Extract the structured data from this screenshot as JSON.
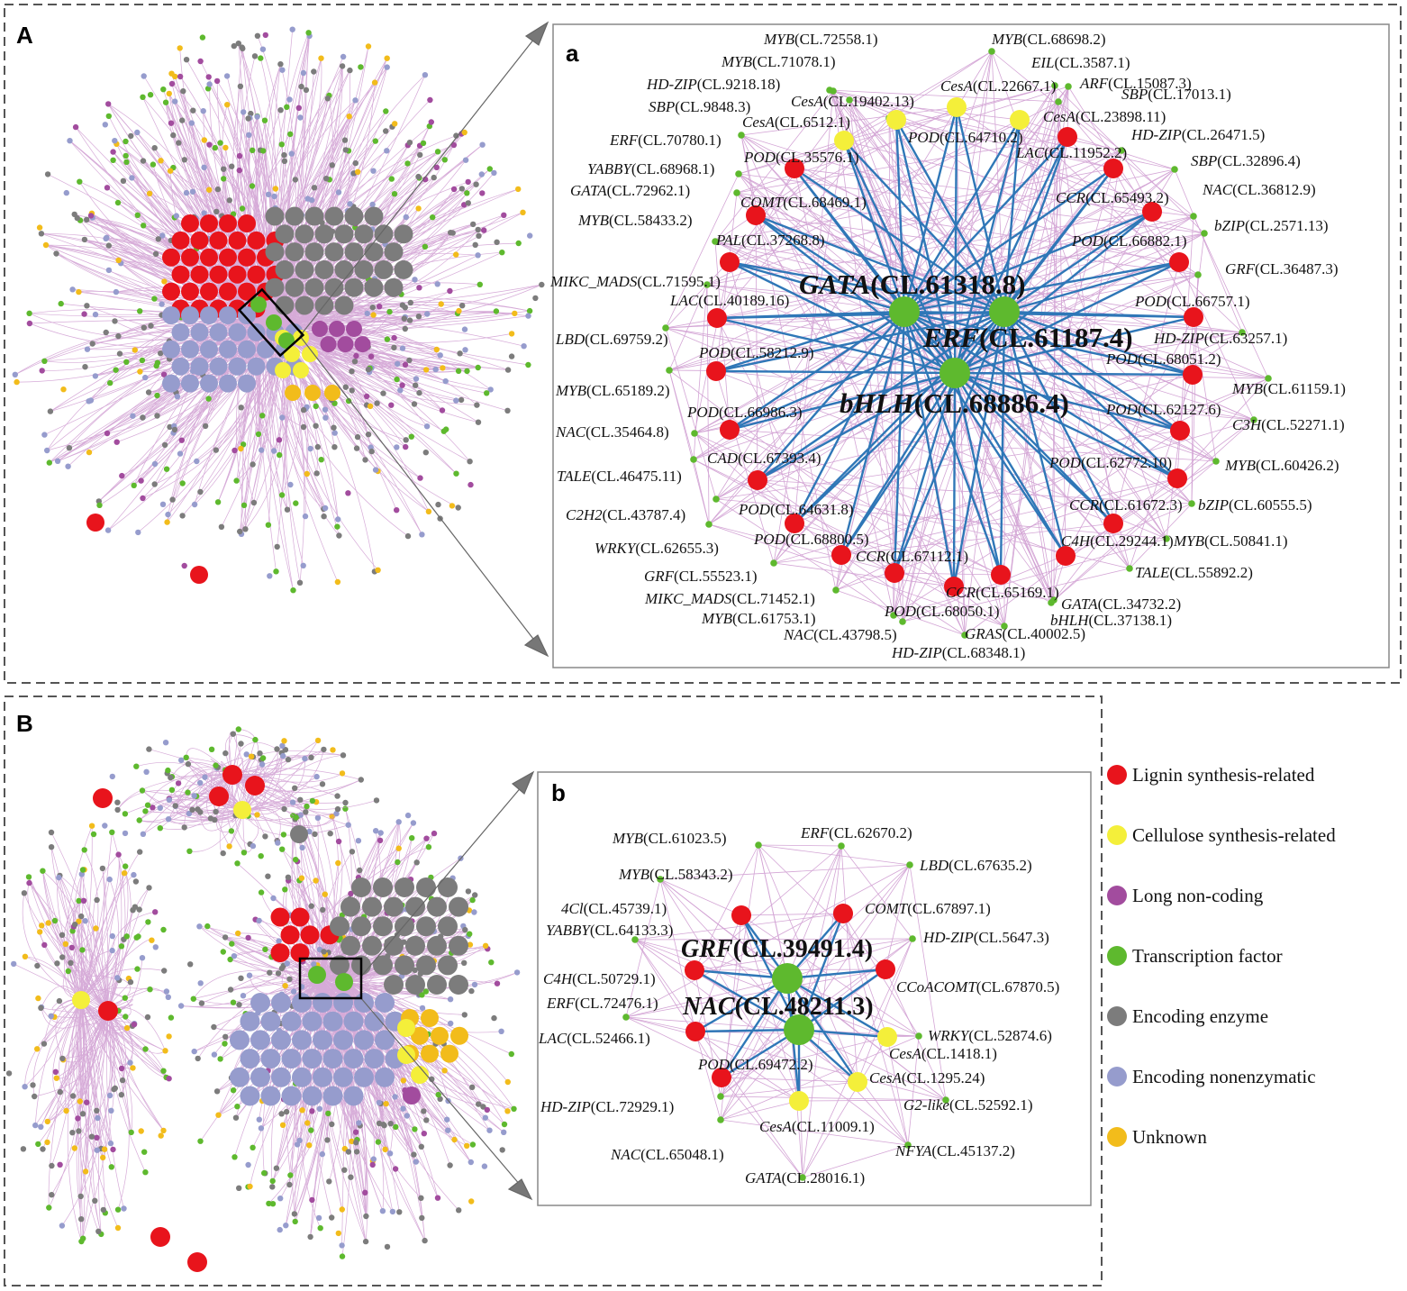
{
  "colors": {
    "lignin": "#e8141c",
    "cellulose": "#f4ef3a",
    "lncrna": "#a24c9e",
    "tf": "#5eb92e",
    "enzyme": "#7c7c7c",
    "nonenzymatic": "#969ccd",
    "unknown": "#f2bc1b",
    "edge_light": "#c98fcb",
    "edge_hub": "#2f77b7",
    "dash": "#555555"
  },
  "panel_A": {
    "letter": "A",
    "inset_letter": "a",
    "hubs": [
      {
        "gene": "GATA",
        "id": "(CL.61318.8)"
      },
      {
        "gene": "ERF",
        "id": "(CL.61187.4)"
      },
      {
        "gene": "bHLH",
        "id": "(CL.68886.4)"
      }
    ],
    "nodes": [
      {
        "gene": "MYB",
        "id": "(CL.72558.1)",
        "type": "tf"
      },
      {
        "gene": "MYB",
        "id": "(CL.68698.2)",
        "type": "tf"
      },
      {
        "gene": "MYB",
        "id": "(CL.71078.1)",
        "type": "tf"
      },
      {
        "gene": "EIL",
        "id": "(CL.3587.1)",
        "type": "tf"
      },
      {
        "gene": "HD-ZIP",
        "id": "(CL.9218.18)",
        "type": "tf"
      },
      {
        "gene": "ARF",
        "id": "(CL.15087.3)",
        "type": "tf"
      },
      {
        "gene": "CesA",
        "id": "(CL.22667.1)",
        "type": "cellulose"
      },
      {
        "gene": "SBP",
        "id": "(CL.17013.1)",
        "type": "tf"
      },
      {
        "gene": "SBP",
        "id": "(CL.9848.3)",
        "type": "tf"
      },
      {
        "gene": "CesA",
        "id": "(CL.19402.13)",
        "type": "cellulose"
      },
      {
        "gene": "CesA",
        "id": "(CL.6512.1)",
        "type": "cellulose"
      },
      {
        "gene": "CesA",
        "id": "(CL.23898.11)",
        "type": "cellulose"
      },
      {
        "gene": "POD",
        "id": "(CL.64710.2)",
        "type": "lignin"
      },
      {
        "gene": "ERF",
        "id": "(CL.70780.1)",
        "type": "tf"
      },
      {
        "gene": "HD-ZIP",
        "id": "(CL.26471.5)",
        "type": "tf"
      },
      {
        "gene": "POD",
        "id": "(CL.35576.1)",
        "type": "lignin"
      },
      {
        "gene": "LAC",
        "id": "(CL.11952.2)",
        "type": "lignin"
      },
      {
        "gene": "YABBY",
        "id": "(CL.68968.1)",
        "type": "tf"
      },
      {
        "gene": "SBP",
        "id": "(CL.32896.4)",
        "type": "tf"
      },
      {
        "gene": "GATA",
        "id": "(CL.72962.1)",
        "type": "tf"
      },
      {
        "gene": "COMT",
        "id": "(CL.68469.1)",
        "type": "lignin"
      },
      {
        "gene": "CCR",
        "id": "(CL.65493.2)",
        "type": "lignin"
      },
      {
        "gene": "NAC",
        "id": "(CL.36812.9)",
        "type": "tf"
      },
      {
        "gene": "MYB",
        "id": "(CL.58433.2)",
        "type": "tf"
      },
      {
        "gene": "bZIP",
        "id": "(CL.2571.13)",
        "type": "tf"
      },
      {
        "gene": "PAL",
        "id": "(CL.37268.8)",
        "type": "lignin"
      },
      {
        "gene": "POD",
        "id": "(CL.66882.1)",
        "type": "lignin"
      },
      {
        "gene": "GRF",
        "id": "(CL.36487.3)",
        "type": "tf"
      },
      {
        "gene": "MIKC_MADS",
        "id": "(CL.71595.1)",
        "type": "tf"
      },
      {
        "gene": "LAC",
        "id": "(CL.40189.16)",
        "type": "lignin"
      },
      {
        "gene": "POD",
        "id": "(CL.66757.1)",
        "type": "lignin"
      },
      {
        "gene": "LBD",
        "id": "(CL.69759.2)",
        "type": "tf"
      },
      {
        "gene": "HD-ZIP",
        "id": "(CL.63257.1)",
        "type": "tf"
      },
      {
        "gene": "POD",
        "id": "(CL.58212.9)",
        "type": "lignin"
      },
      {
        "gene": "POD",
        "id": "(CL.68051.2)",
        "type": "lignin"
      },
      {
        "gene": "MYB",
        "id": "(CL.65189.2)",
        "type": "tf"
      },
      {
        "gene": "MYB",
        "id": "(CL.61159.1)",
        "type": "tf"
      },
      {
        "gene": "POD",
        "id": "(CL.66986.3)",
        "type": "lignin"
      },
      {
        "gene": "POD",
        "id": "(CL.62127.6)",
        "type": "lignin"
      },
      {
        "gene": "NAC",
        "id": "(CL.35464.8)",
        "type": "tf"
      },
      {
        "gene": "C3H",
        "id": "(CL.52271.1)",
        "type": "tf"
      },
      {
        "gene": "CAD",
        "id": "(CL.67393.4)",
        "type": "lignin"
      },
      {
        "gene": "TALE",
        "id": "(CL.46475.11)",
        "type": "tf"
      },
      {
        "gene": "POD",
        "id": "(CL.62772.10)",
        "type": "lignin"
      },
      {
        "gene": "MYB",
        "id": "(CL.60426.2)",
        "type": "tf"
      },
      {
        "gene": "C2H2",
        "id": "(CL.43787.4)",
        "type": "tf"
      },
      {
        "gene": "POD",
        "id": "(CL.64631.8)",
        "type": "lignin"
      },
      {
        "gene": "CCR",
        "id": "(CL.61672.3)",
        "type": "lignin"
      },
      {
        "gene": "bZIP",
        "id": "(CL.60555.5)",
        "type": "tf"
      },
      {
        "gene": "WRKY",
        "id": "(CL.62655.3)",
        "type": "tf"
      },
      {
        "gene": "POD",
        "id": "(CL.68800.5)",
        "type": "lignin"
      },
      {
        "gene": "C4H",
        "id": "(CL.29244.1)",
        "type": "lignin"
      },
      {
        "gene": "MYB",
        "id": "(CL.50841.1)",
        "type": "tf"
      },
      {
        "gene": "CCR",
        "id": "(CL.67112.1)",
        "type": "lignin"
      },
      {
        "gene": "GRF",
        "id": "(CL.55523.1)",
        "type": "tf"
      },
      {
        "gene": "TALE",
        "id": "(CL.55892.2)",
        "type": "tf"
      },
      {
        "gene": "CCR",
        "id": "(CL.65169.1)",
        "type": "lignin"
      },
      {
        "gene": "MIKC_MADS",
        "id": "(CL.71452.1)",
        "type": "tf"
      },
      {
        "gene": "GATA",
        "id": "(CL.34732.2)",
        "type": "tf"
      },
      {
        "gene": "MYB",
        "id": "(CL.61753.1)",
        "type": "tf"
      },
      {
        "gene": "POD",
        "id": "(CL.68050.1)",
        "type": "lignin"
      },
      {
        "gene": "bHLH",
        "id": "(CL.37138.1)",
        "type": "tf"
      },
      {
        "gene": "NAC",
        "id": "(CL.43798.5)",
        "type": "tf"
      },
      {
        "gene": "GRAS",
        "id": "(CL.40002.5)",
        "type": "tf"
      },
      {
        "gene": "HD-ZIP",
        "id": "(CL.68348.1)",
        "type": "tf"
      }
    ]
  },
  "panel_B": {
    "letter": "B",
    "inset_letter": "b",
    "hubs": [
      {
        "gene": "GRF",
        "id": "(CL.39491.4)"
      },
      {
        "gene": "NAC",
        "id": "(CL.48211.3)"
      }
    ],
    "nodes": [
      {
        "gene": "ERF",
        "id": "(CL.62670.2)",
        "type": "tf"
      },
      {
        "gene": "MYB",
        "id": "(CL.61023.5)",
        "type": "tf"
      },
      {
        "gene": "LBD",
        "id": "(CL.67635.2)",
        "type": "tf"
      },
      {
        "gene": "MYB",
        "id": "(CL.58343.2)",
        "type": "tf"
      },
      {
        "gene": "4Cl",
        "id": "(CL.45739.1)",
        "type": "lignin"
      },
      {
        "gene": "COMT",
        "id": "(CL.67897.1)",
        "type": "lignin"
      },
      {
        "gene": "YABBY",
        "id": "(CL.64133.3)",
        "type": "tf"
      },
      {
        "gene": "HD-ZIP",
        "id": "(CL.5647.3)",
        "type": "tf"
      },
      {
        "gene": "C4H",
        "id": "(CL.50729.1)",
        "type": "lignin"
      },
      {
        "gene": "CCoACOMT",
        "id": "(CL.67870.5)",
        "type": "lignin"
      },
      {
        "gene": "ERF",
        "id": "(CL.72476.1)",
        "type": "tf"
      },
      {
        "gene": "LAC",
        "id": "(CL.52466.1)",
        "type": "lignin"
      },
      {
        "gene": "WRKY",
        "id": "(CL.52874.6)",
        "type": "tf"
      },
      {
        "gene": "CesA",
        "id": "(CL.1418.1)",
        "type": "cellulose"
      },
      {
        "gene": "POD",
        "id": "(CL.69472.2)",
        "type": "lignin"
      },
      {
        "gene": "CesA",
        "id": "(CL.1295.24)",
        "type": "cellulose"
      },
      {
        "gene": "HD-ZIP",
        "id": "(CL.72929.1)",
        "type": "tf"
      },
      {
        "gene": "G2-like",
        "id": "(CL.52592.1)",
        "type": "tf"
      },
      {
        "gene": "CesA",
        "id": "(CL.11009.1)",
        "type": "cellulose"
      },
      {
        "gene": "NAC",
        "id": "(CL.65048.1)",
        "type": "tf"
      },
      {
        "gene": "NFYA",
        "id": "(CL.45137.2)",
        "type": "tf"
      },
      {
        "gene": "GATA",
        "id": "(CL.28016.1)",
        "type": "tf"
      }
    ]
  },
  "legend": [
    {
      "label": "Lignin synthesis-related",
      "color_key": "lignin"
    },
    {
      "label": "Cellulose synthesis-related",
      "color_key": "cellulose"
    },
    {
      "label": "Long non-coding",
      "color_key": "lncrna"
    },
    {
      "label": "Transcription factor",
      "color_key": "tf"
    },
    {
      "label": "Encoding enzyme",
      "color_key": "enzyme"
    },
    {
      "label": "Encoding nonenzymatic",
      "color_key": "nonenzymatic"
    },
    {
      "label": "Unknown",
      "color_key": "unknown"
    }
  ]
}
